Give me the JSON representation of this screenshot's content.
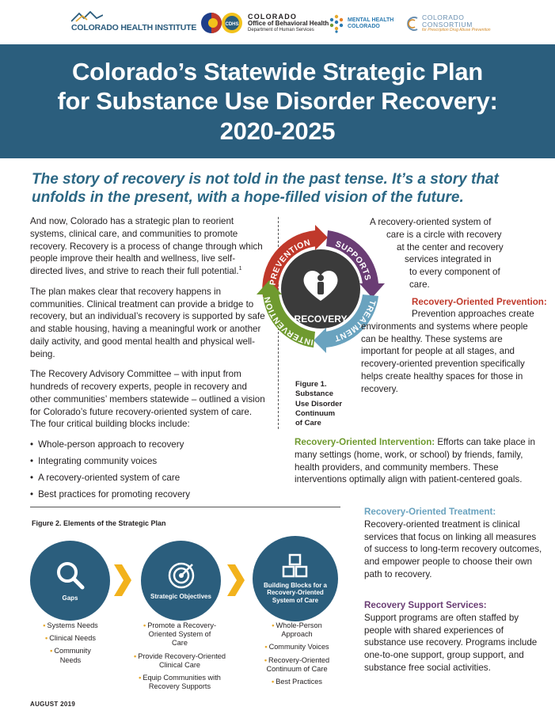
{
  "logos": {
    "chi": "COLORADO HEALTH INSTITUTE",
    "obh_line1": "COLORADO",
    "obh_line2": "Office of Behavioral Health",
    "obh_line3": "Department of Human Services",
    "obh_badge": "CDHS",
    "mhc_line1": "MENTAL HEALTH",
    "mhc_line2": "COLORADO",
    "cc_line1": "COLORADO",
    "cc_line2": "CONSORTIUM",
    "cc_line3": "for Prescription Drug Abuse Prevention"
  },
  "title": {
    "line1": "Colorado’s Statewide Strategic Plan",
    "line2": "for Substance Use Disorder Recovery:",
    "line3": "2020-2025"
  },
  "tagline": "The story of recovery is not told in the past tense. It’s a story that unfolds in the present, with a hope-filled vision of the future.",
  "left": {
    "p1": "And now, Colorado has a strategic plan to reorient systems, clinical care, and communities to promote recovery. Recovery is a process of change through which people improve their health and wellness, live self-directed lives, and strive to reach their full potential.",
    "p1_note": "1",
    "p2": "The plan makes clear that recovery happens in communities. Clinical treatment can provide a bridge to recovery, but an individual’s recovery is supported by safe and stable housing, having a meaningful work or another daily activity, and good mental health and physical well-being.",
    "p3": "The Recovery Advisory Committee – with input from hundreds of recovery experts, people in recovery and other communities’ members statewide – outlined a vision for Colorado’s future recovery-oriented system of care. The four critical building blocks include:",
    "bullets": [
      "Whole-person approach to recovery",
      "Integrating community voices",
      "A recovery-oriented system of care",
      "Best practices for promoting recovery"
    ]
  },
  "wheel": {
    "center": "RECOVERY",
    "segments": [
      "PREVENTION",
      "SUPPORTS",
      "TREATMENT",
      "INTERVENTION"
    ],
    "colors": {
      "prevention": "#c0392b",
      "supports": "#6a3d74",
      "treatment": "#6aa3bf",
      "intervention": "#6f9a2f",
      "center": "#3b3b3b"
    }
  },
  "figure1": {
    "line1": "Figure 1.",
    "line2": "Substance",
    "line3": "Use Disorder",
    "line4": "Continuum",
    "line5": "of Care"
  },
  "right": {
    "intro": [
      "A recovery-oriented system of",
      "care is a circle with recovery",
      "at the center and recovery",
      "services integrated in",
      "to every component of",
      "care."
    ],
    "prevention_head": "Recovery-Oriented Prevention:",
    "prevention_text": "Prevention approaches create environments and systems where people can be healthy. These systems are important for people at all stages, and recovery-oriented prevention specifically helps create healthy spaces for those in recovery.",
    "intervention_head": "Recovery-Oriented Intervention:",
    "intervention_text": "Efforts can take place in many settings (home, work, or school) by friends, family, health providers, and community members. These interventions optimally align with patient-centered goals.",
    "treatment_head": "Recovery-Oriented Treatment:",
    "treatment_text": "Recovery-oriented treatment is clinical services that focus on linking all measures of success to long-term recovery outcomes, and empower people to choose their own path to recovery.",
    "supports_head": "Recovery Support Services:",
    "supports_text": "Support programs are often staffed by people with shared experiences of substance use recovery. Programs include one-to-one support, group support, and substance free social activities."
  },
  "figure2": {
    "title": "Figure 2. Elements of the Strategic Plan",
    "steps": [
      {
        "label": "Gaps",
        "icon": "magnifier-icon",
        "items": [
          "Systems Needs",
          "Clinical Needs",
          "Community Needs"
        ]
      },
      {
        "label": "Strategic Objectives",
        "icon": "target-icon",
        "items": [
          "Promote a Recovery-Oriented System of Care",
          "Provide Recovery-Oriented Clinical Care",
          "Equip Communities with Recovery Supports"
        ]
      },
      {
        "label": "Building Blocks for a Recovery-Oriented System of Care",
        "icon": "blocks-icon",
        "items": [
          "Whole-Person Approach",
          "Community Voices",
          "Recovery-Oriented Continuum of Care",
          "Best Practices"
        ]
      }
    ],
    "circle_color": "#2b5e7d",
    "chevron_color": "#f2b21c"
  },
  "footer": "AUGUST 2019"
}
